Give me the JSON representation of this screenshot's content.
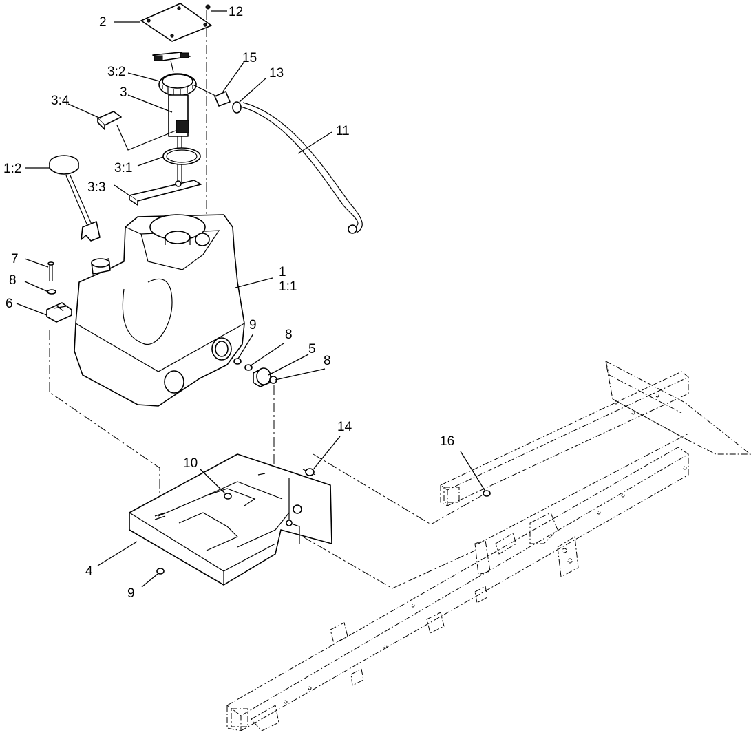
{
  "callouts": {
    "c2": "2",
    "c12": "12",
    "c3_2": "3:2",
    "c15": "15",
    "c13": "13",
    "c3": "3",
    "c3_4": "3:4",
    "c11": "11",
    "c1_2": "1:2",
    "c3_1": "3:1",
    "c3_3": "3:3",
    "c7": "7",
    "c8a": "8",
    "c1": "1",
    "c1_1": "1:1",
    "c6": "6",
    "c9a": "9",
    "c8b": "8",
    "c5": "5",
    "c8c": "8",
    "c14": "14",
    "c16": "16",
    "c10": "10",
    "c4": "4",
    "c9b": "9"
  }
}
